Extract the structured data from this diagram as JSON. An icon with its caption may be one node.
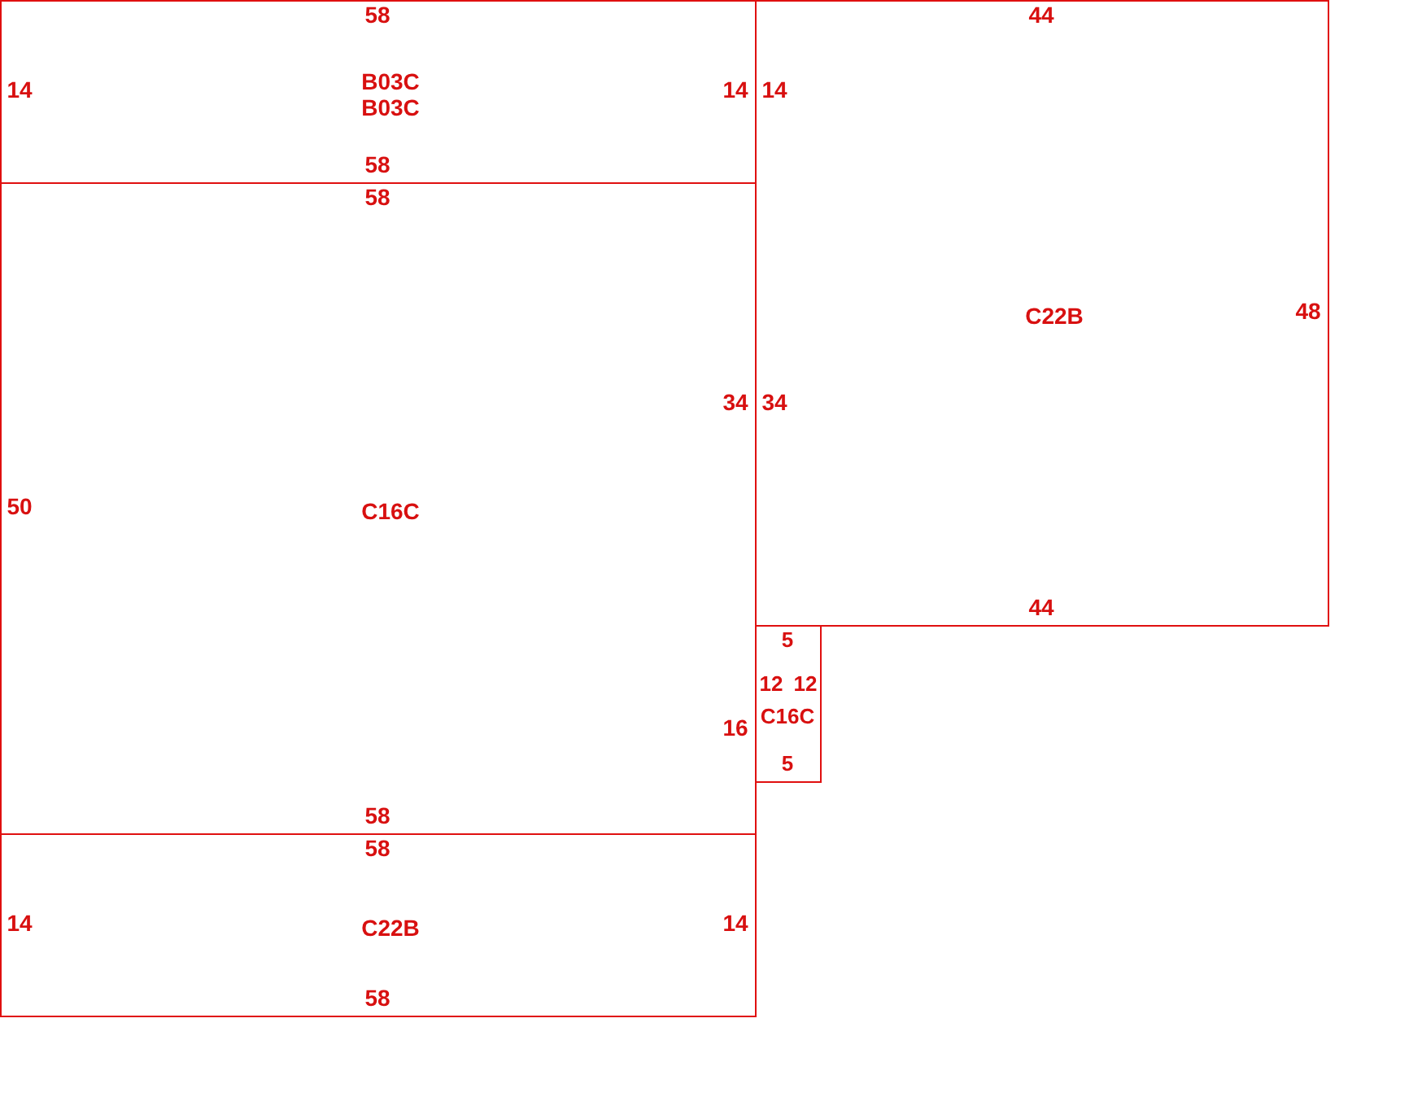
{
  "diagram": {
    "nodes": [
      {
        "text": [
          "58",
          "14",
          "B03C",
          "B03C",
          "14",
          "58"
        ]
      },
      {
        "text": [
          "44",
          "14",
          "C22B",
          "48",
          "34",
          "44"
        ]
      },
      {
        "text": [
          "58",
          "50",
          "C16C",
          "34",
          "16",
          "58"
        ]
      },
      {
        "text": [
          "5",
          "12",
          "12",
          "C16C",
          "5"
        ]
      },
      {
        "text": [
          "58",
          "14",
          "C22B",
          "14",
          "58"
        ]
      }
    ]
  }
}
